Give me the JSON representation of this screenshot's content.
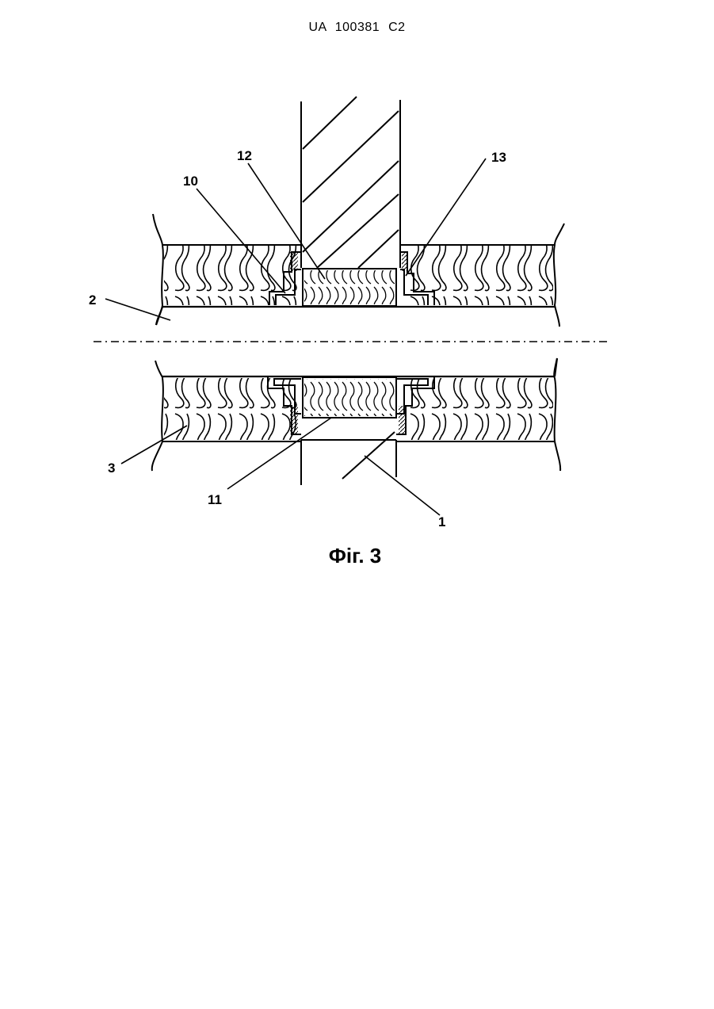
{
  "header": {
    "document_number": "UA   100381   C2"
  },
  "figure": {
    "caption": "Фіг. 3",
    "labels": {
      "pipe_insulation_top": "12",
      "coupling_left": "10",
      "coupling_right": "13",
      "pipe": "2",
      "insulation": "3",
      "sleeve": "11",
      "wall": "1"
    }
  },
  "colors": {
    "ink": "#000000",
    "paper": "#ffffff"
  }
}
